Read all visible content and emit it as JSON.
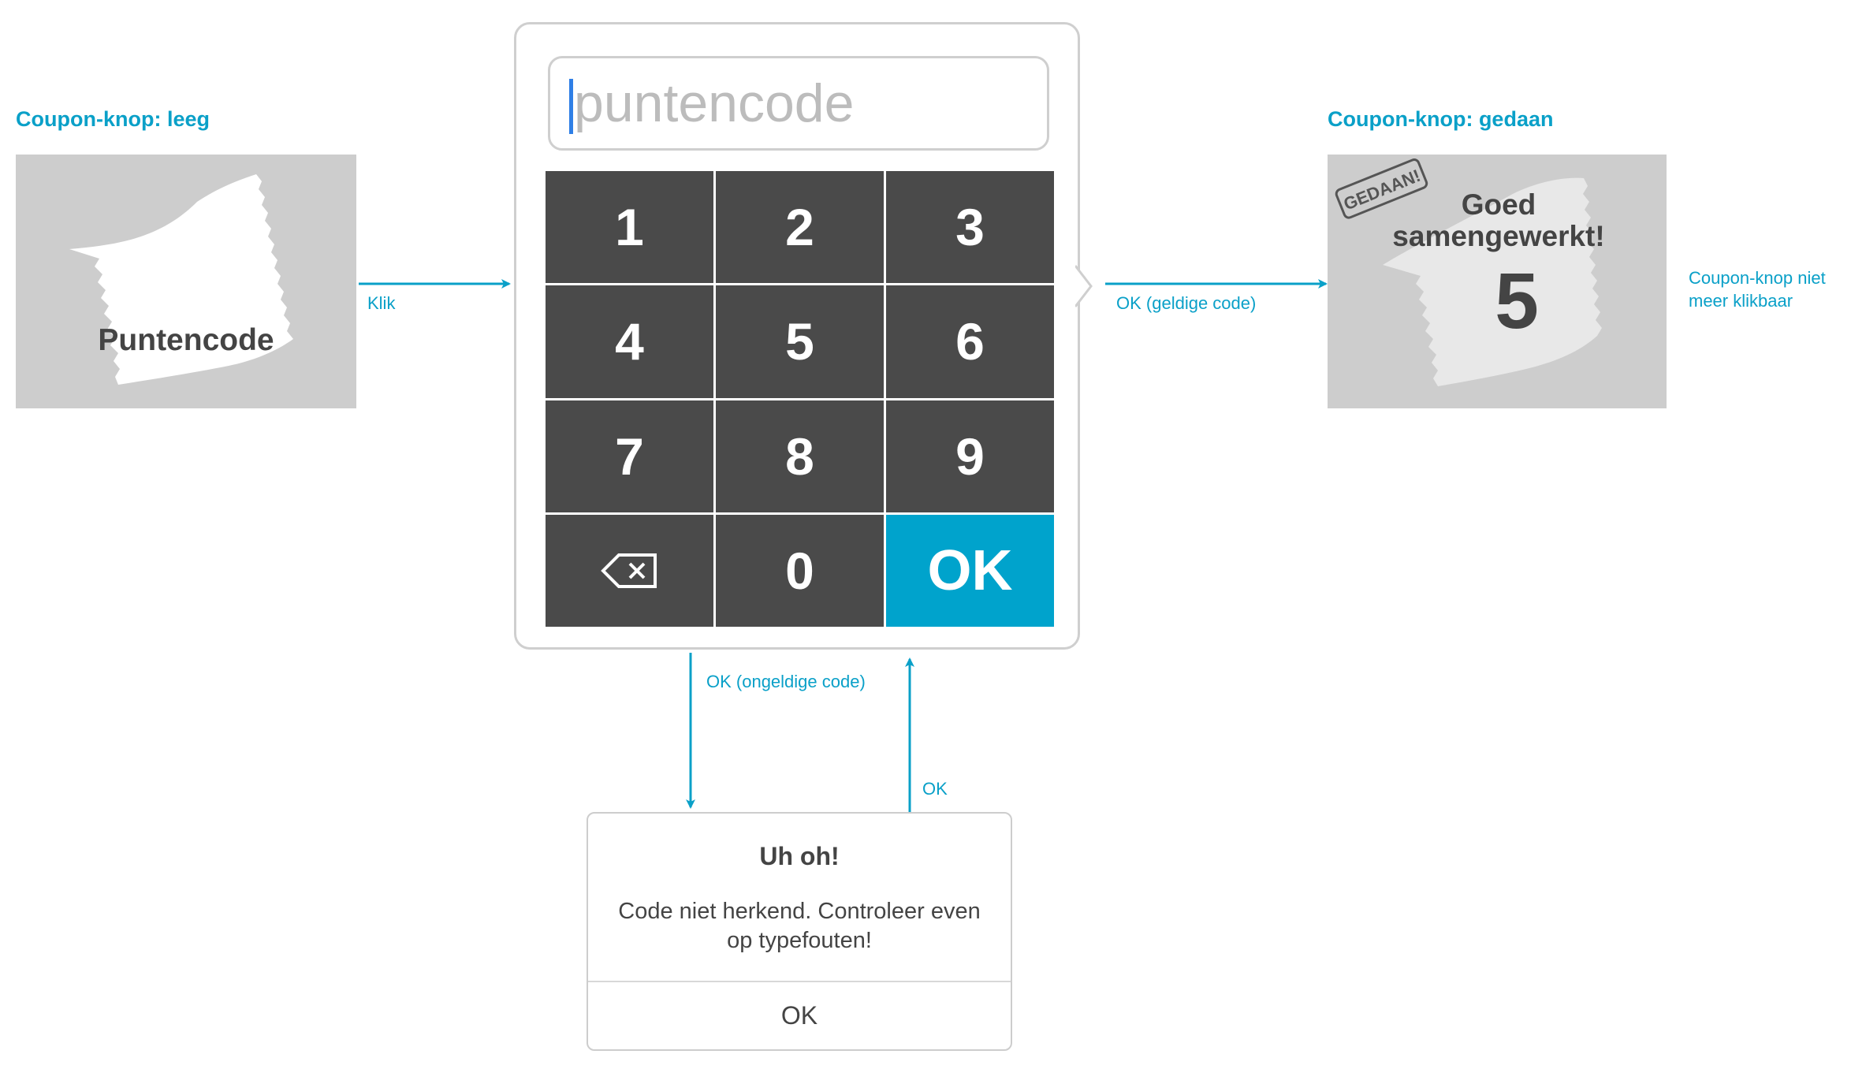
{
  "left": {
    "heading": "Coupon-knop: leeg",
    "coupon_label": "Puntencode"
  },
  "keypad": {
    "input_placeholder": "puntencode",
    "keys": [
      "1",
      "2",
      "3",
      "4",
      "5",
      "6",
      "7",
      "8",
      "9",
      "⌫",
      "0",
      "OK"
    ]
  },
  "right": {
    "heading": "Coupon-knop: gedaan",
    "stamp": "GEDAAN!",
    "message_line1": "Goed",
    "message_line2": "samengewerkt!",
    "points": "5",
    "note_line1": "Coupon-knop niet",
    "note_line2": "meer klikbaar"
  },
  "flows": {
    "click": "Klik",
    "valid": "OK (geldige code)",
    "invalid": "OK (ongeldige code)",
    "back": "OK"
  },
  "dialog": {
    "title": "Uh oh!",
    "message_line1": "Code niet herkend. Controleer even",
    "message_line2": "op typefouten!",
    "ok_label": "OK"
  },
  "colors": {
    "accent": "#0aa0c8",
    "key": "#4a4a4a",
    "ok_key": "#00a3cc",
    "coupon_bg": "#cdcdcd"
  }
}
